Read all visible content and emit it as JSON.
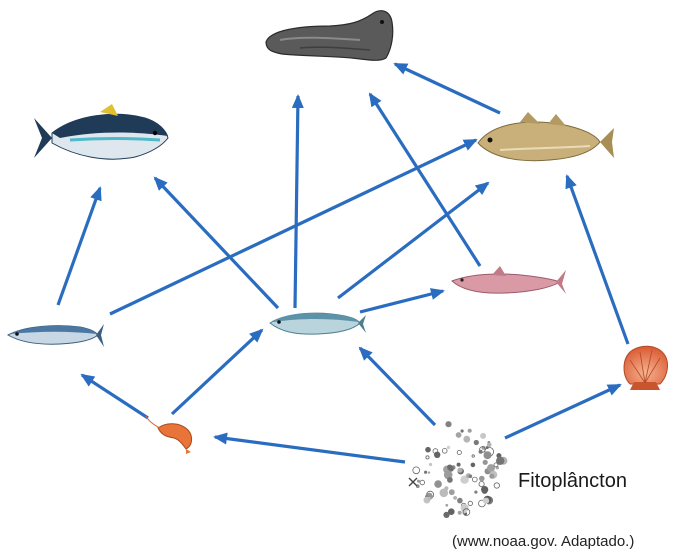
{
  "labels": {
    "phytoplankton": "Fitoplâncton",
    "source": "(www.noaa.gov. Adaptado.)"
  },
  "organisms": [
    {
      "id": "seal",
      "icon": "seal-icon"
    },
    {
      "id": "tuna",
      "icon": "tuna-icon"
    },
    {
      "id": "cod",
      "icon": "cod-icon"
    },
    {
      "id": "shark",
      "icon": "dogfish-shark-icon"
    },
    {
      "id": "mackerel",
      "icon": "mackerel-icon"
    },
    {
      "id": "herring",
      "icon": "herring-icon"
    },
    {
      "id": "shrimp",
      "icon": "shrimp-icon"
    },
    {
      "id": "scallop",
      "icon": "scallop-icon"
    },
    {
      "id": "phytoplankton",
      "icon": "phytoplankton-icon"
    }
  ],
  "links": [
    {
      "from": "phytoplankton",
      "to": "shrimp"
    },
    {
      "from": "phytoplankton",
      "to": "herring"
    },
    {
      "from": "phytoplankton",
      "to": "scallop"
    },
    {
      "from": "shrimp",
      "to": "mackerel"
    },
    {
      "from": "shrimp",
      "to": "herring"
    },
    {
      "from": "mackerel",
      "to": "tuna"
    },
    {
      "from": "mackerel",
      "to": "cod"
    },
    {
      "from": "herring",
      "to": "tuna"
    },
    {
      "from": "herring",
      "to": "seal"
    },
    {
      "from": "herring",
      "to": "cod"
    },
    {
      "from": "herring",
      "to": "shark"
    },
    {
      "from": "shark",
      "to": "seal"
    },
    {
      "from": "cod",
      "to": "seal"
    },
    {
      "from": "scallop",
      "to": "cod"
    }
  ],
  "colors": {
    "arrow": "#2a6cc0",
    "tuna_back": "#1f3b57",
    "tuna_belly": "#dfe7ee",
    "cod": "#c9b07a",
    "shark": "#d99aa6",
    "herring": "#9cc0cf",
    "mackerel": "#7fa6c6",
    "shrimp": "#e8743a",
    "scallop": "#e2714a",
    "seal": "#555555"
  }
}
